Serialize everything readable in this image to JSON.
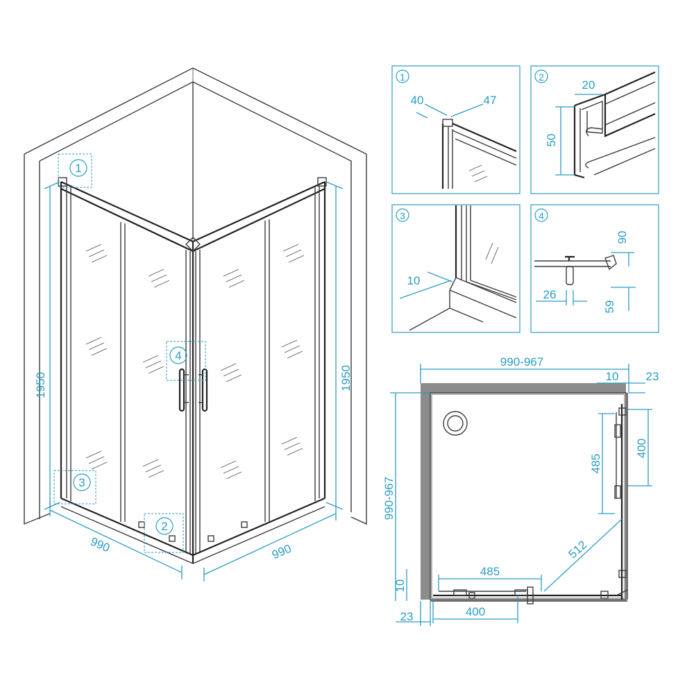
{
  "main_view": {
    "markers": [
      "1",
      "2",
      "3",
      "4"
    ],
    "height_left": "1950",
    "height_right": "1950",
    "width_left": "990",
    "width_right": "990"
  },
  "detail_1": {
    "number": "1",
    "dim_a": "40",
    "dim_b": "47"
  },
  "detail_2": {
    "number": "2",
    "dim_width": "20",
    "dim_height": "50"
  },
  "detail_3": {
    "number": "3",
    "dim_gap": "10"
  },
  "detail_4": {
    "number": "4",
    "dim_top": "90",
    "dim_width": "26",
    "dim_bottom": "59"
  },
  "plan_view": {
    "top_width": "990-967",
    "side_height": "990-967",
    "wall_gap_top": "10",
    "offset_top": "23",
    "door_side": "485",
    "opening_side": "400",
    "diagonal": "512",
    "door_bottom": "485",
    "opening_bottom": "400",
    "wall_gap_left": "10",
    "offset_left": "23"
  },
  "colors": {
    "dimension": "#2a9cc3",
    "line": "#3a3a3a",
    "wall": "#8c8c8c"
  }
}
